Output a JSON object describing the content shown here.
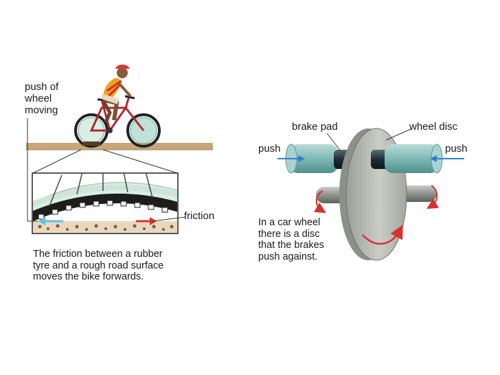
{
  "left_figure": {
    "label_push_of_wheel": "push of\nwheel\nmoving",
    "label_friction": "friction",
    "caption": "The friction between a rubber\ntyre and a rough road surface\nmoves the bike forwards."
  },
  "right_figure": {
    "label_brake_pad": "brake pad",
    "label_wheel_disc": "wheel disc",
    "label_push_left": "push",
    "label_push_right": "push",
    "caption": "In a car wheel\nthere is a disc\nthat the brakes\npush against."
  },
  "colors": {
    "ground": "#c9a57a",
    "tyre_green": "#bfe3d6",
    "disc_grey": "#b7bcb4",
    "cylinder_teal": "#7fb9b5",
    "friction_arrow_red": "#d9302c",
    "push_arrow_blue": "#2f7fd0",
    "motion_arrow_cyan": "#58c3e6"
  },
  "icons": [
    "cyclist-illustration",
    "bicycle-illustration",
    "tyre-closeup",
    "brake-disc-assembly"
  ]
}
